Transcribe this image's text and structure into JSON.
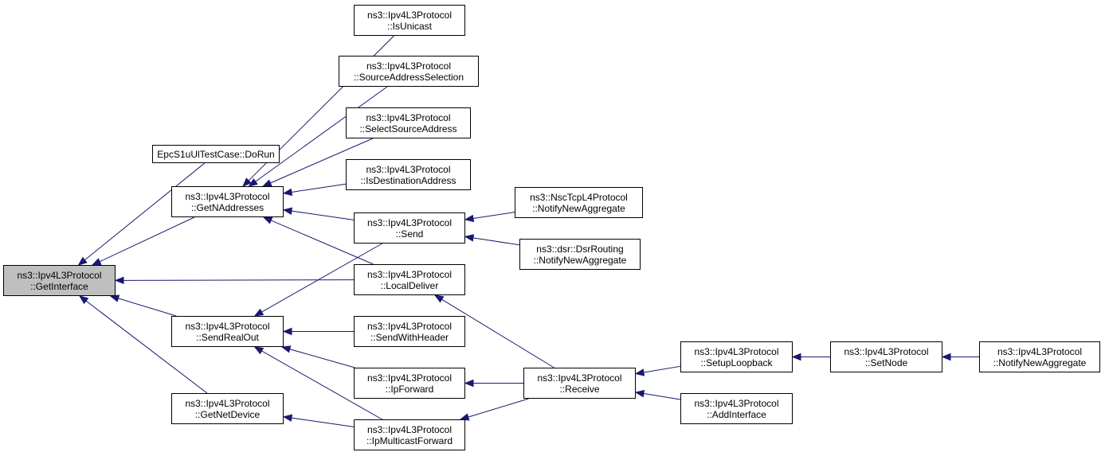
{
  "colors": {
    "edge": "#191970",
    "node_border": "#000000",
    "root_fill": "#bfbfbf",
    "node_fill": "#ffffff"
  },
  "nodes": [
    {
      "id": "root",
      "lines": [
        "ns3::Ipv4L3Protocol",
        "::GetInterface"
      ],
      "highlight": true
    },
    {
      "id": "epc",
      "lines": [
        "EpcS1uUlTestCase::DoRun"
      ]
    },
    {
      "id": "getnaddr",
      "lines": [
        "ns3::Ipv4L3Protocol",
        "::GetNAddresses"
      ]
    },
    {
      "id": "sendreal",
      "lines": [
        "ns3::Ipv4L3Protocol",
        "::SendRealOut"
      ]
    },
    {
      "id": "getnetdev",
      "lines": [
        "ns3::Ipv4L3Protocol",
        "::GetNetDevice"
      ]
    },
    {
      "id": "isunicast",
      "lines": [
        "ns3::Ipv4L3Protocol",
        "::IsUnicast"
      ]
    },
    {
      "id": "srcaddrsel",
      "lines": [
        "ns3::Ipv4L3Protocol",
        "::SourceAddressSelection"
      ]
    },
    {
      "id": "selsrc",
      "lines": [
        "ns3::Ipv4L3Protocol",
        "::SelectSourceAddress"
      ]
    },
    {
      "id": "isdest",
      "lines": [
        "ns3::Ipv4L3Protocol",
        "::IsDestinationAddress"
      ]
    },
    {
      "id": "send",
      "lines": [
        "ns3::Ipv4L3Protocol",
        "::Send"
      ]
    },
    {
      "id": "localdel",
      "lines": [
        "ns3::Ipv4L3Protocol",
        "::LocalDeliver"
      ]
    },
    {
      "id": "sendwh",
      "lines": [
        "ns3::Ipv4L3Protocol",
        "::SendWithHeader"
      ]
    },
    {
      "id": "ipfwd",
      "lines": [
        "ns3::Ipv4L3Protocol",
        "::IpForward"
      ]
    },
    {
      "id": "ipmcfwd",
      "lines": [
        "ns3::Ipv4L3Protocol",
        "::IpMulticastForward"
      ]
    },
    {
      "id": "nsc",
      "lines": [
        "ns3::NscTcpL4Protocol",
        "::NotifyNewAggregate"
      ]
    },
    {
      "id": "dsr",
      "lines": [
        "ns3::dsr::DsrRouting",
        "::NotifyNewAggregate"
      ]
    },
    {
      "id": "receive",
      "lines": [
        "ns3::Ipv4L3Protocol",
        "::Receive"
      ]
    },
    {
      "id": "setuploop",
      "lines": [
        "ns3::Ipv4L3Protocol",
        "::SetupLoopback"
      ]
    },
    {
      "id": "addif",
      "lines": [
        "ns3::Ipv4L3Protocol",
        "::AddInterface"
      ]
    },
    {
      "id": "setnode",
      "lines": [
        "ns3::Ipv4L3Protocol",
        "::SetNode"
      ]
    },
    {
      "id": "notify",
      "lines": [
        "ns3::Ipv4L3Protocol",
        "::NotifyNewAggregate"
      ]
    }
  ],
  "edges": [
    {
      "from": "epc",
      "to": "root"
    },
    {
      "from": "getnaddr",
      "to": "root"
    },
    {
      "from": "localdel",
      "to": "root"
    },
    {
      "from": "sendreal",
      "to": "root"
    },
    {
      "from": "getnetdev",
      "to": "root"
    },
    {
      "from": "isunicast",
      "to": "getnaddr"
    },
    {
      "from": "srcaddrsel",
      "to": "getnaddr"
    },
    {
      "from": "selsrc",
      "to": "getnaddr"
    },
    {
      "from": "isdest",
      "to": "getnaddr"
    },
    {
      "from": "send",
      "to": "getnaddr"
    },
    {
      "from": "localdel",
      "to": "getnaddr"
    },
    {
      "from": "send",
      "to": "sendreal"
    },
    {
      "from": "sendwh",
      "to": "sendreal"
    },
    {
      "from": "ipfwd",
      "to": "sendreal"
    },
    {
      "from": "ipmcfwd",
      "to": "sendreal"
    },
    {
      "from": "ipmcfwd",
      "to": "getnetdev"
    },
    {
      "from": "nsc",
      "to": "send"
    },
    {
      "from": "dsr",
      "to": "send"
    },
    {
      "from": "receive",
      "to": "localdel"
    },
    {
      "from": "receive",
      "to": "ipfwd"
    },
    {
      "from": "receive",
      "to": "ipmcfwd"
    },
    {
      "from": "setuploop",
      "to": "receive"
    },
    {
      "from": "addif",
      "to": "receive"
    },
    {
      "from": "setnode",
      "to": "setuploop"
    },
    {
      "from": "notify",
      "to": "setnode"
    }
  ]
}
